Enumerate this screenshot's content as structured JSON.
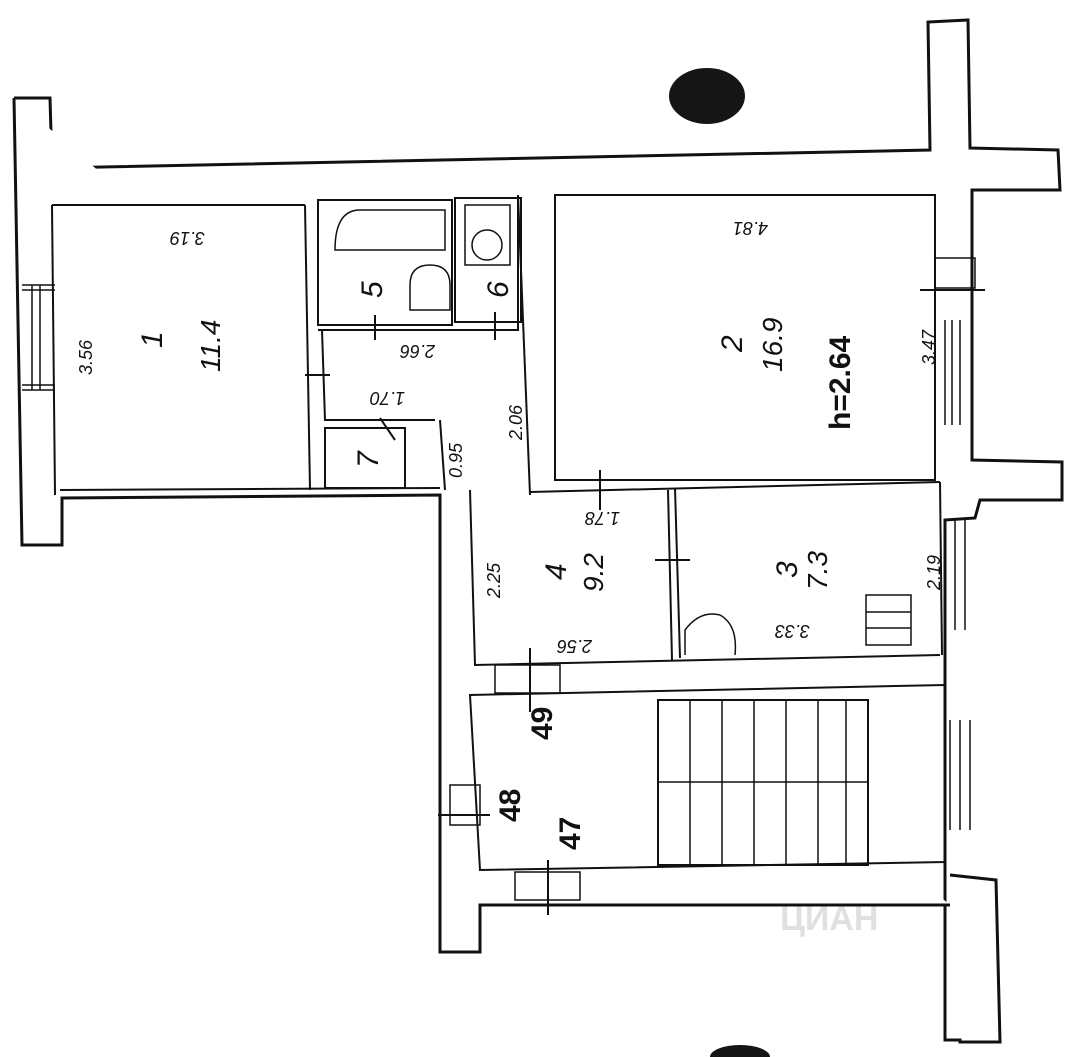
{
  "rooms": [
    {
      "number": "1",
      "area": "11.4",
      "width": "3.19",
      "depth": "3.56"
    },
    {
      "number": "2",
      "area": "16.9",
      "width": "4.81",
      "depth": "3.47",
      "height": "h=2.64"
    },
    {
      "number": "3",
      "area": "7.3",
      "width": "3.33",
      "depth": "2.19"
    },
    {
      "number": "4",
      "area": "9.2",
      "width": "2.56",
      "depth": "2.25"
    },
    {
      "number": "5"
    },
    {
      "number": "6"
    },
    {
      "number": "7"
    }
  ],
  "corridor_dims": {
    "length": "2.66",
    "closet": "1.70",
    "hall": "2.06",
    "pass": "0.95",
    "kitchen_top": "1.78"
  },
  "stair_labels": [
    "49",
    "48",
    "47"
  ],
  "watermark": "ЦИАН"
}
